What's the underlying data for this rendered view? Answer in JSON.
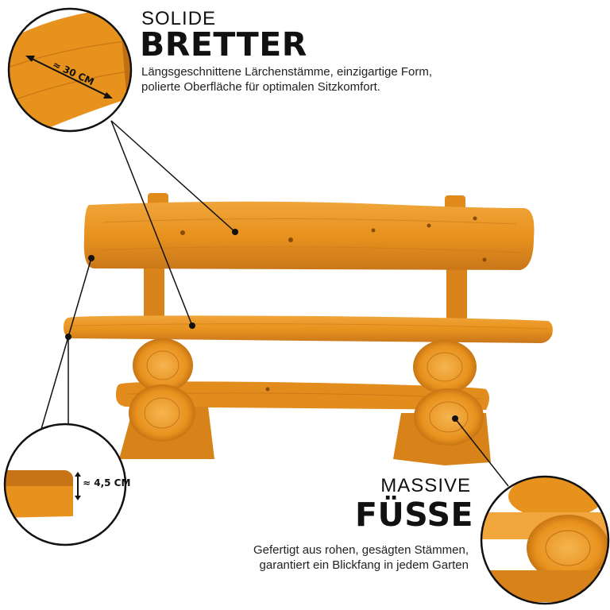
{
  "top": {
    "kicker": "SOLIDE",
    "headline": "BRETTER",
    "desc_line1": "Längsgeschnittene Lärchenstämme, einzigartige Form,",
    "desc_line2": "polierte Oberfläche für optimalen Sitzkomfort.",
    "dimension": "≈ 30 CM"
  },
  "bottom": {
    "kicker": "MASSIVE",
    "headline": "FÜSSE",
    "desc_line1": "Gefertigt aus rohen, gesägten Stämmen,",
    "desc_line2": "garantiert ein Blickfang in jedem Garten",
    "dimension": "≈ 4,5 CM"
  },
  "colors": {
    "wood": "#e8921e",
    "wood_light": "#f2a83c",
    "wood_dark": "#b96a10",
    "ink": "#111111"
  }
}
